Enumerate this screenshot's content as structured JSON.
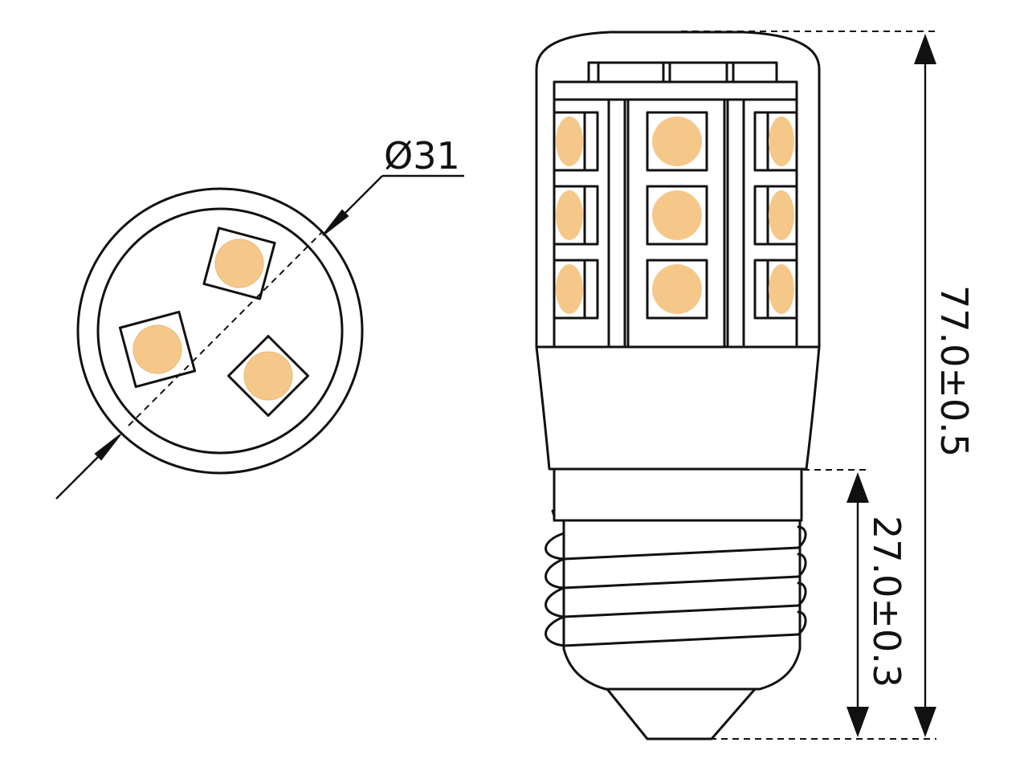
{
  "drawing": {
    "diameter_label": "Ø31",
    "overall_length_label": "77.0±0.5",
    "base_length_label": "27.0±0.3"
  },
  "colors": {
    "line": "#111111",
    "led": "#f5c88a",
    "led_fill": "#fbd9a8",
    "background": "#ffffff"
  }
}
